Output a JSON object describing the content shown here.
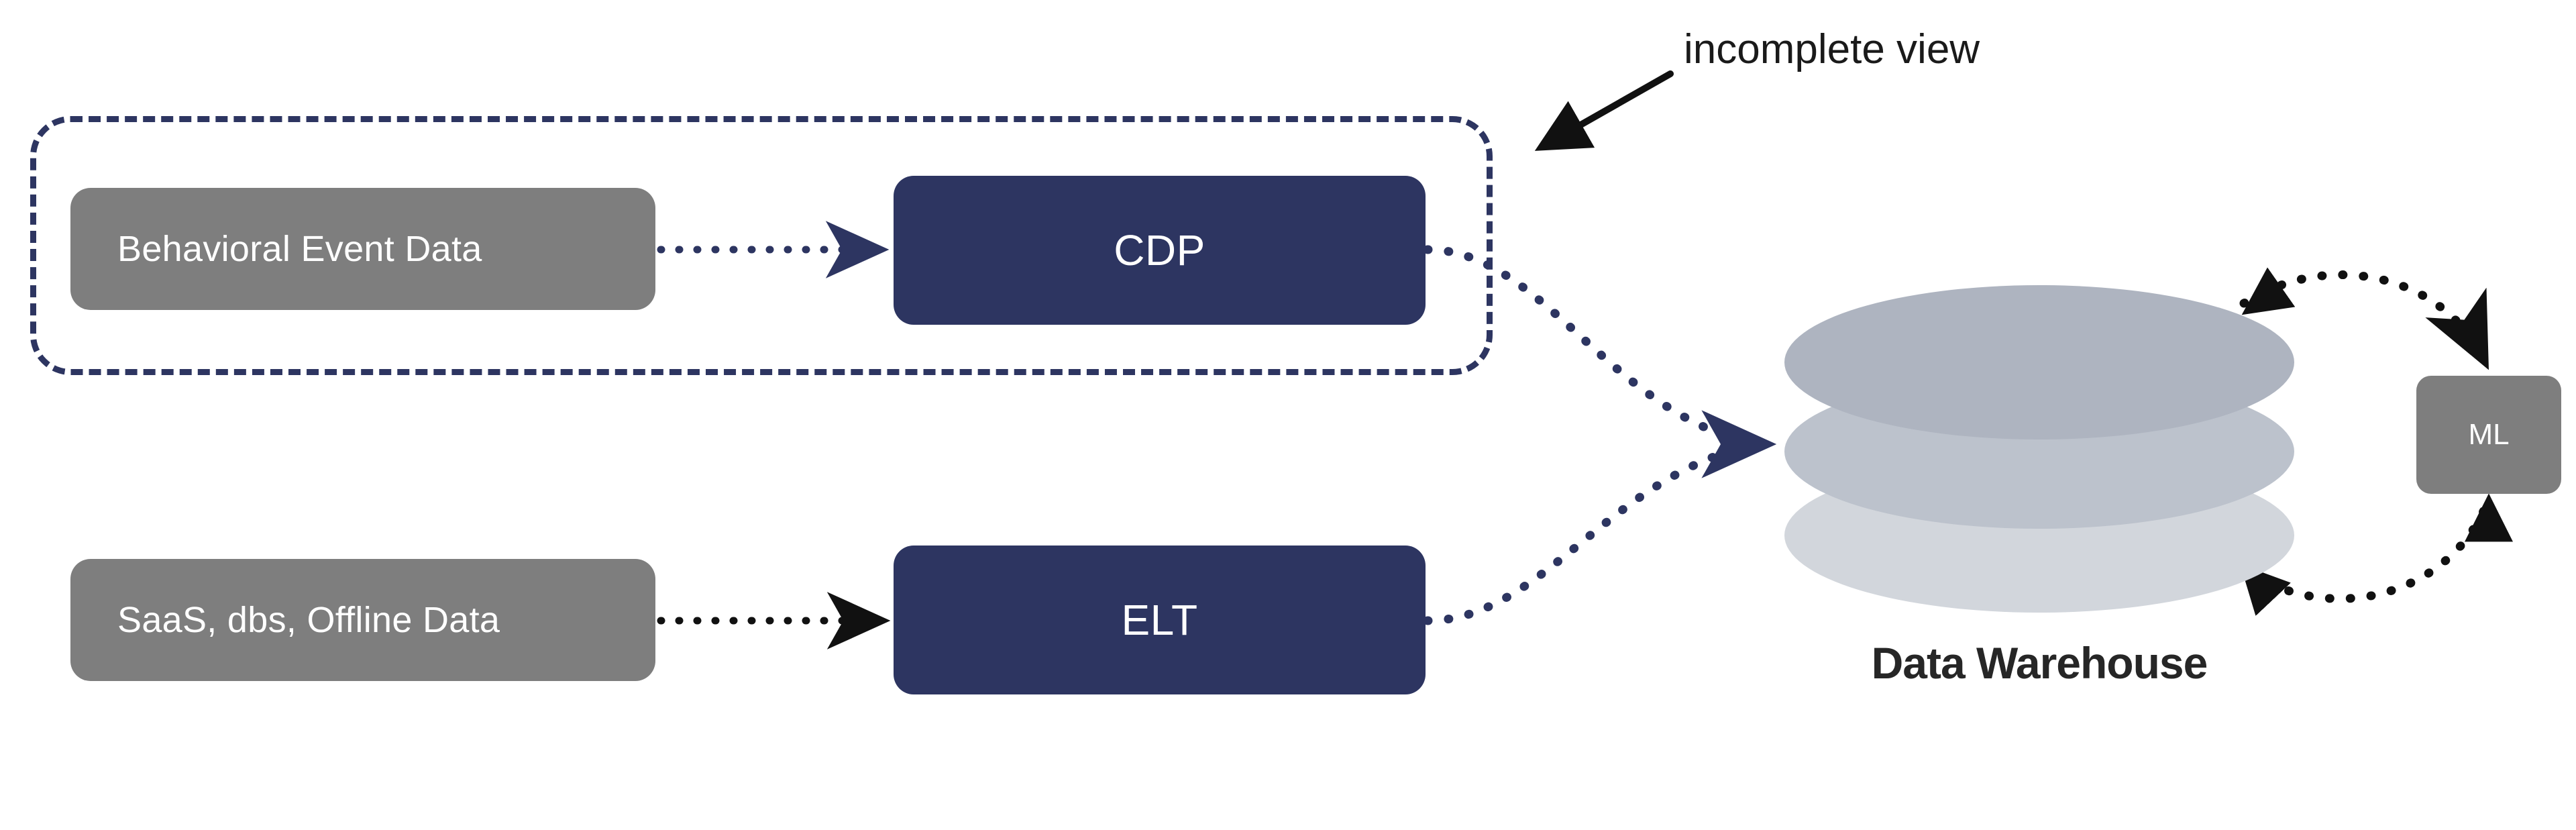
{
  "diagram": {
    "title_visible": false,
    "annotation": {
      "label": "incomplete view",
      "pointer_icon": "arrow-down-left-icon",
      "target": "incomplete-region"
    },
    "region": {
      "name": "incomplete-view-region",
      "style": "dashed",
      "color": "#2d3561"
    },
    "nodes": [
      {
        "id": "behavioral-event-data",
        "label": "Behavioral Event Data",
        "kind": "source",
        "color": "#7e7e7e"
      },
      {
        "id": "cdp",
        "label": "CDP",
        "kind": "processor",
        "color": "#2d3561"
      },
      {
        "id": "saas-dbs-offline-data",
        "label": "SaaS, dbs, Offline Data",
        "kind": "source",
        "color": "#7e7e7e"
      },
      {
        "id": "elt",
        "label": "ELT",
        "kind": "processor",
        "color": "#2d3561"
      },
      {
        "id": "data-warehouse",
        "label": "Data Warehouse",
        "kind": "datastore",
        "color": "#bcc2cc"
      },
      {
        "id": "ml",
        "label": "ML",
        "kind": "service",
        "color": "#7e7e7e"
      }
    ],
    "edges": [
      {
        "from": "behavioral-event-data",
        "to": "cdp",
        "style": "dotted",
        "color": "#2d3561",
        "arrow": true
      },
      {
        "from": "saas-dbs-offline-data",
        "to": "elt",
        "style": "dotted",
        "color": "#111111",
        "arrow": true
      },
      {
        "from": "cdp",
        "to": "data-warehouse",
        "style": "dotted",
        "color": "#2d3561",
        "arrow": true
      },
      {
        "from": "elt",
        "to": "data-warehouse",
        "style": "dotted",
        "color": "#2d3561",
        "arrow": true
      },
      {
        "from": "data-warehouse",
        "to": "ml",
        "style": "dotted",
        "color": "#111111",
        "arrow": true
      },
      {
        "from": "ml",
        "to": "data-warehouse",
        "style": "dotted",
        "color": "#111111",
        "arrow": true
      }
    ],
    "warehouse_disk_colors": [
      "#aeb4c0",
      "#bcc2cc",
      "#d2d6dc"
    ],
    "background": "#ffffff"
  }
}
